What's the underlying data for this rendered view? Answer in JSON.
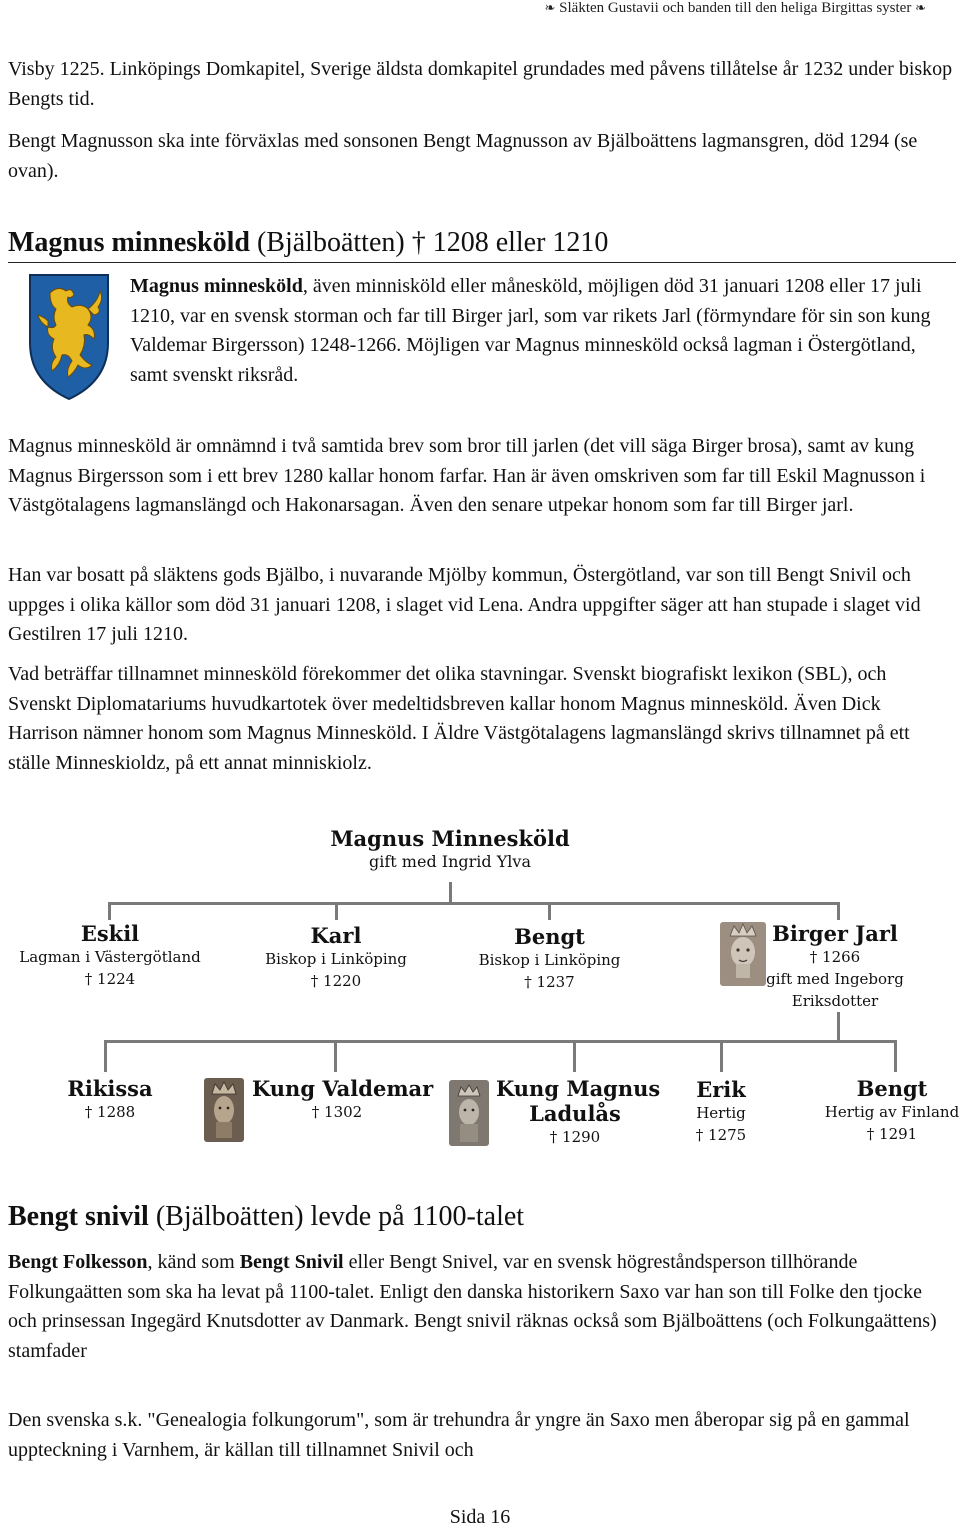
{
  "header": {
    "left_ornament": "❧",
    "title": "Släkten Gustavii och banden till den heliga Birgittas syster",
    "right_ornament": "❧"
  },
  "top": {
    "para1": "Visby 1225. Linköpings Domkapitel, Sverige äldsta domkapitel grundades med påvens tillåtelse år 1232 under biskop Bengts tid.",
    "para2": "Bengt Magnusson ska inte förväxlas med sonsonen Bengt Magnusson av Bjälboättens lagmansgren, död 1294 (se ovan)."
  },
  "section1": {
    "name": "Magnus minnesköld",
    "rest": "(Bjälboätten) † 1208 eller 1210",
    "intro_name": "Magnus minnesköld",
    "intro_text": ", även minnisköld eller månesköld, möjligen död 31 januari 1208 eller 17 juli 1210, var en svensk storman och far till Birger jarl, som var rikets Jarl (förmyndare för sin son kung Valdemar Birgersson) 1248-1266. Möjligen var Magnus minnesköld också lagman i Östergötland, samt svenskt riksråd.",
    "p2": "Magnus minnesköld är omnämnd i två samtida brev som bror till jarlen (det vill säga Birger brosa), samt av kung Magnus Birgersson som i ett brev 1280 kallar honom farfar. Han är även omskriven som far till Eskil Magnusson i Västgötalagens lagmanslängd och Hakonarsagan. Även den senare utpekar honom som far till Birger jarl.",
    "p3": "Han var bosatt på släktens gods Bjälbo, i nuvarande Mjölby kommun, Östergötland, var son till Bengt Snivil och uppges i olika källor som död 31 januari 1208, i slaget vid Lena. Andra uppgifter säger att han stupade i slaget vid Gestilren 17 juli 1210.",
    "p4": "Vad beträffar tillnamnet minnesköld förekommer det olika stavningar. Svenskt biografiskt lexikon (SBL), och Svenskt Diplomatariums huvudkartotek över medeltidsbreven kallar honom Magnus minnesköld. Även Dick Harrison nämner honom som Magnus Minnesköld. I Äldre Västgötalagens lagmanslängd skrivs tillnamnet på ett ställe Minneskioldz, på ett annat minniskiolz."
  },
  "tree": {
    "root": {
      "name": "Magnus Minnesköld",
      "sub": "gift med Ingrid Ylva"
    },
    "children": [
      {
        "name": "Eskil",
        "sub1": "Lagman i Västergötland",
        "sub2": "† 1224"
      },
      {
        "name": "Karl",
        "sub1": "Biskop i Linköping",
        "sub2": "† 1220"
      },
      {
        "name": "Bengt",
        "sub1": "Biskop i Linköping",
        "sub2": "† 1237"
      },
      {
        "name": "Birger Jarl",
        "sub1": "† 1266",
        "sub2": "gift med Ingeborg",
        "sub3": "Eriksdotter"
      }
    ],
    "grandchildren": [
      {
        "name": "Rikissa",
        "sub1": "† 1288"
      },
      {
        "name": "Kung Valdemar",
        "sub1": "† 1302"
      },
      {
        "name": "Kung Magnus",
        "name2": "Ladulås",
        "sub1": "† 1290"
      },
      {
        "name": "Erik",
        "sub1": "Hertig",
        "sub2": "† 1275"
      },
      {
        "name": "Bengt",
        "sub1": "Hertig av Finland",
        "sub2": "† 1291"
      }
    ]
  },
  "section2": {
    "name": "Bengt snivil",
    "rest": "(Bjälboätten) levde på 1100-talet",
    "p1_bold1": "Bengt Folkesson",
    "p1_mid": ", känd som ",
    "p1_bold2": "Bengt Snivil",
    "p1_rest": " eller Bengt Snivel, var en svensk högreståndsperson tillhörande Folkungaätten som ska ha levat på 1100-talet. Enligt den danska historikern Saxo var han son till Folke den tjocke och prinsessan Ingegärd Knutsdotter av Danmark. Bengt snivil räknas också som Bjälboättens (och Folkungaättens) stamfader",
    "p2": "Den svenska s.k. \"Genealogia folkungorum\", som är trehundra år yngre än Saxo men åberopar sig på en gammal uppteckning i Varnhem, är källan till tillnamnet Snivil och"
  },
  "footer": {
    "page": "Sida 16"
  },
  "colors": {
    "shield_blue": "#1f5fa6",
    "lion_gold": "#e8b820",
    "tree_line": "#7a7a7a"
  }
}
